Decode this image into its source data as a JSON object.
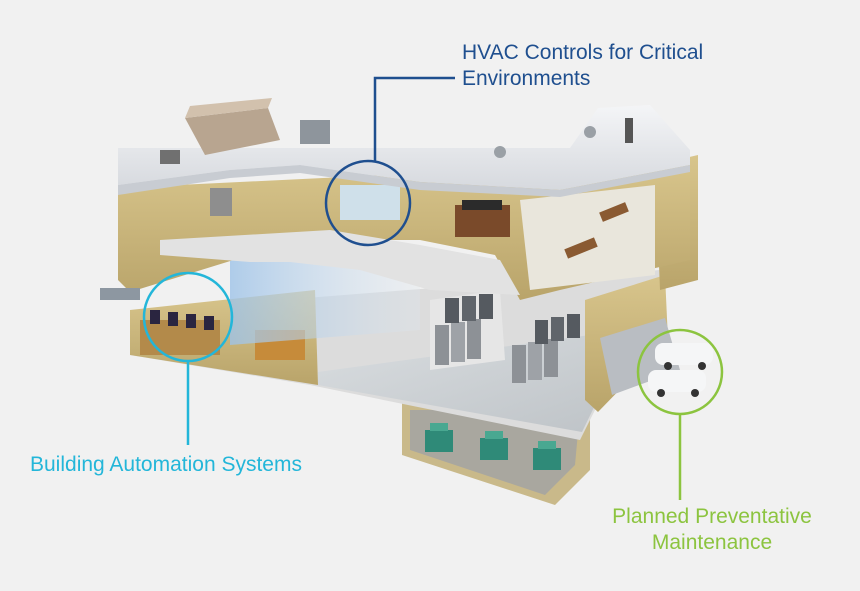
{
  "callouts": {
    "hvac": {
      "line1": "HVAC Controls for Critical",
      "line2": "Environments",
      "color": "#1f4f8f"
    },
    "bas": {
      "text": "Building Automation Systems",
      "color": "#23b6d9"
    },
    "ppm": {
      "line1": "Planned Preventative",
      "line2": "Maintenance",
      "color": "#8cc43f"
    }
  },
  "icons": [
    "rooftop-chiller-icon",
    "service-van-icon",
    "server-rack-icon",
    "generator-icon"
  ]
}
